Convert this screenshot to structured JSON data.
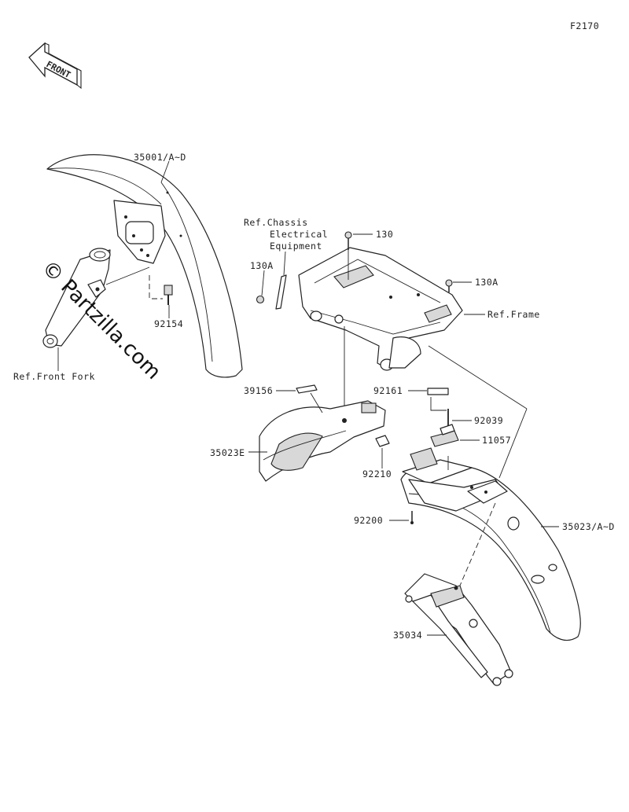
{
  "figure_code": "F2170",
  "front_arrow_label": "FRONT",
  "watermark": "© Partzilla.com",
  "callouts": {
    "c35001": "35001/A~D",
    "c92154": "92154",
    "ref_front_fork": "Ref.Front Fork",
    "ref_chassis_1": "Ref.Chassis",
    "ref_chassis_2": "Electrical",
    "ref_chassis_3": "Equipment",
    "c130": "130",
    "c130a_left": "130A",
    "c130a_right": "130A",
    "ref_frame": "Ref.Frame",
    "c39156": "39156",
    "c35023e": "35023E",
    "c92210": "92210",
    "c92161": "92161",
    "c92039": "92039",
    "c11057": "11057",
    "c92200": "92200",
    "c35023ad": "35023/A~D",
    "c35034": "35034"
  }
}
